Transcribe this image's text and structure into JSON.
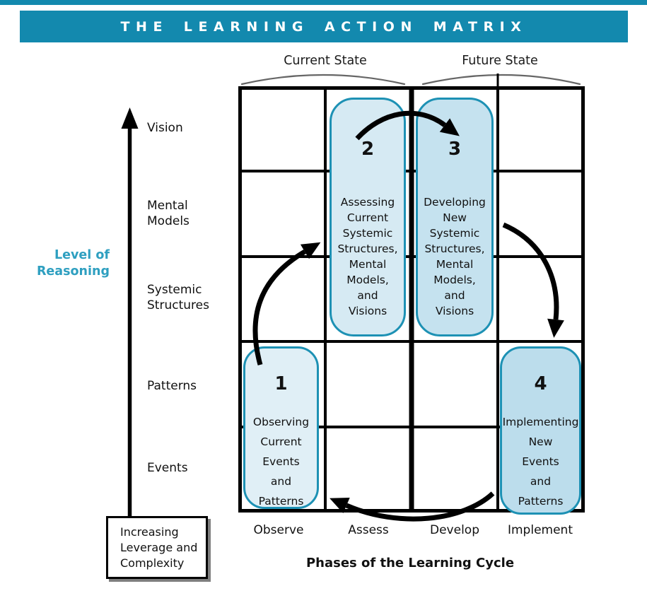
{
  "title_banner": {
    "text": "THE LEARNING ACTION MATRIX",
    "bg_color": "#1389AE",
    "text_color": "#FFFFFF"
  },
  "state_headers": {
    "current": "Current State",
    "future": "Future State"
  },
  "y_axis": {
    "title_lines": [
      "Level of",
      "Reasoning"
    ],
    "title_color": "#2E9FC0",
    "levels": [
      {
        "lines": [
          "Vision"
        ]
      },
      {
        "lines": [
          "Mental",
          "Models"
        ]
      },
      {
        "lines": [
          "Systemic",
          "Structures"
        ]
      },
      {
        "lines": [
          "Patterns"
        ]
      },
      {
        "lines": [
          "Events"
        ]
      }
    ],
    "leverage_note_lines": [
      "Increasing",
      "Leverage and",
      "Complexity"
    ]
  },
  "x_axis": {
    "phases": [
      "Observe",
      "Assess",
      "Develop",
      "Implement"
    ],
    "caption": "Phases of the Learning Cycle"
  },
  "matrix_boxes": [
    {
      "number": "1",
      "lines": [
        "Observing",
        "Current",
        "Events",
        "and",
        "Patterns"
      ],
      "fill": "#E0EFF6",
      "border": "#1D91B4"
    },
    {
      "number": "2",
      "lines": [
        "Assessing",
        "Current",
        "Systemic",
        "Structures,",
        "Mental",
        "Models,",
        "and",
        "Visions"
      ],
      "fill": "#D6EAF3",
      "border": "#1D91B4"
    },
    {
      "number": "3",
      "lines": [
        "Developing",
        "New",
        "Systemic",
        "Structures,",
        "Mental",
        "Models,",
        "and",
        "Visions"
      ],
      "fill": "#C5E2EF",
      "border": "#1D91B4"
    },
    {
      "number": "4",
      "lines": [
        "Implementing",
        "New",
        "Events",
        "and",
        "Patterns"
      ],
      "fill": "#BCDDEC",
      "border": "#1D91B4"
    }
  ],
  "colors": {
    "grid_line": "#000000",
    "arrow": "#000000",
    "brace": "#666666",
    "banner_teal": "#1389AE",
    "background": "#FFFFFF"
  }
}
